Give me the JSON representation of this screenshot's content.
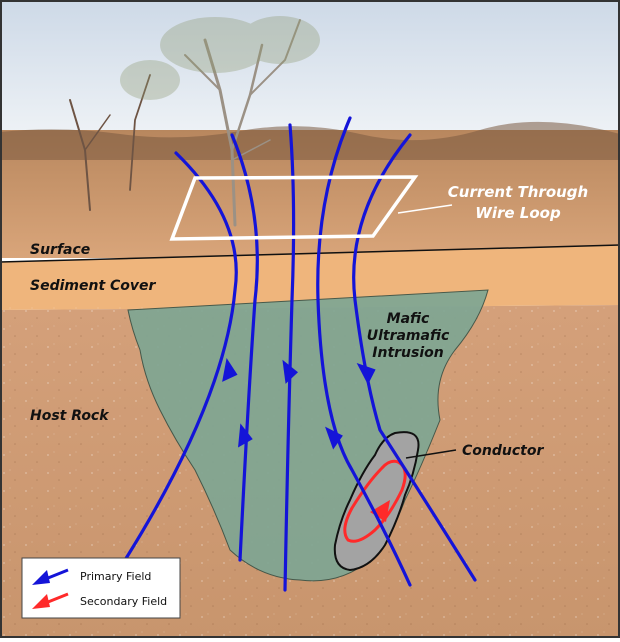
{
  "labels": {
    "current_line1": "Current Through",
    "current_line2": "Wire Loop",
    "surface": "Surface",
    "sediment_cover": "Sediment Cover",
    "intrusion_line1": "Mafic",
    "intrusion_line2": "Ultramafic",
    "intrusion_line3": "Intrusion",
    "host_rock": "Host Rock",
    "conductor": "Conductor"
  },
  "legend": {
    "primary": "Primary Field",
    "secondary": "Secondary Field"
  },
  "colors": {
    "primary_field": "#1414d8",
    "secondary_field": "#ff2a2a",
    "intrusion": "#7fa693",
    "sediment": "#efb57c",
    "host_rock": "#c9966e",
    "conductor": "#a3a3a3",
    "sky": "#dfe8f2"
  }
}
